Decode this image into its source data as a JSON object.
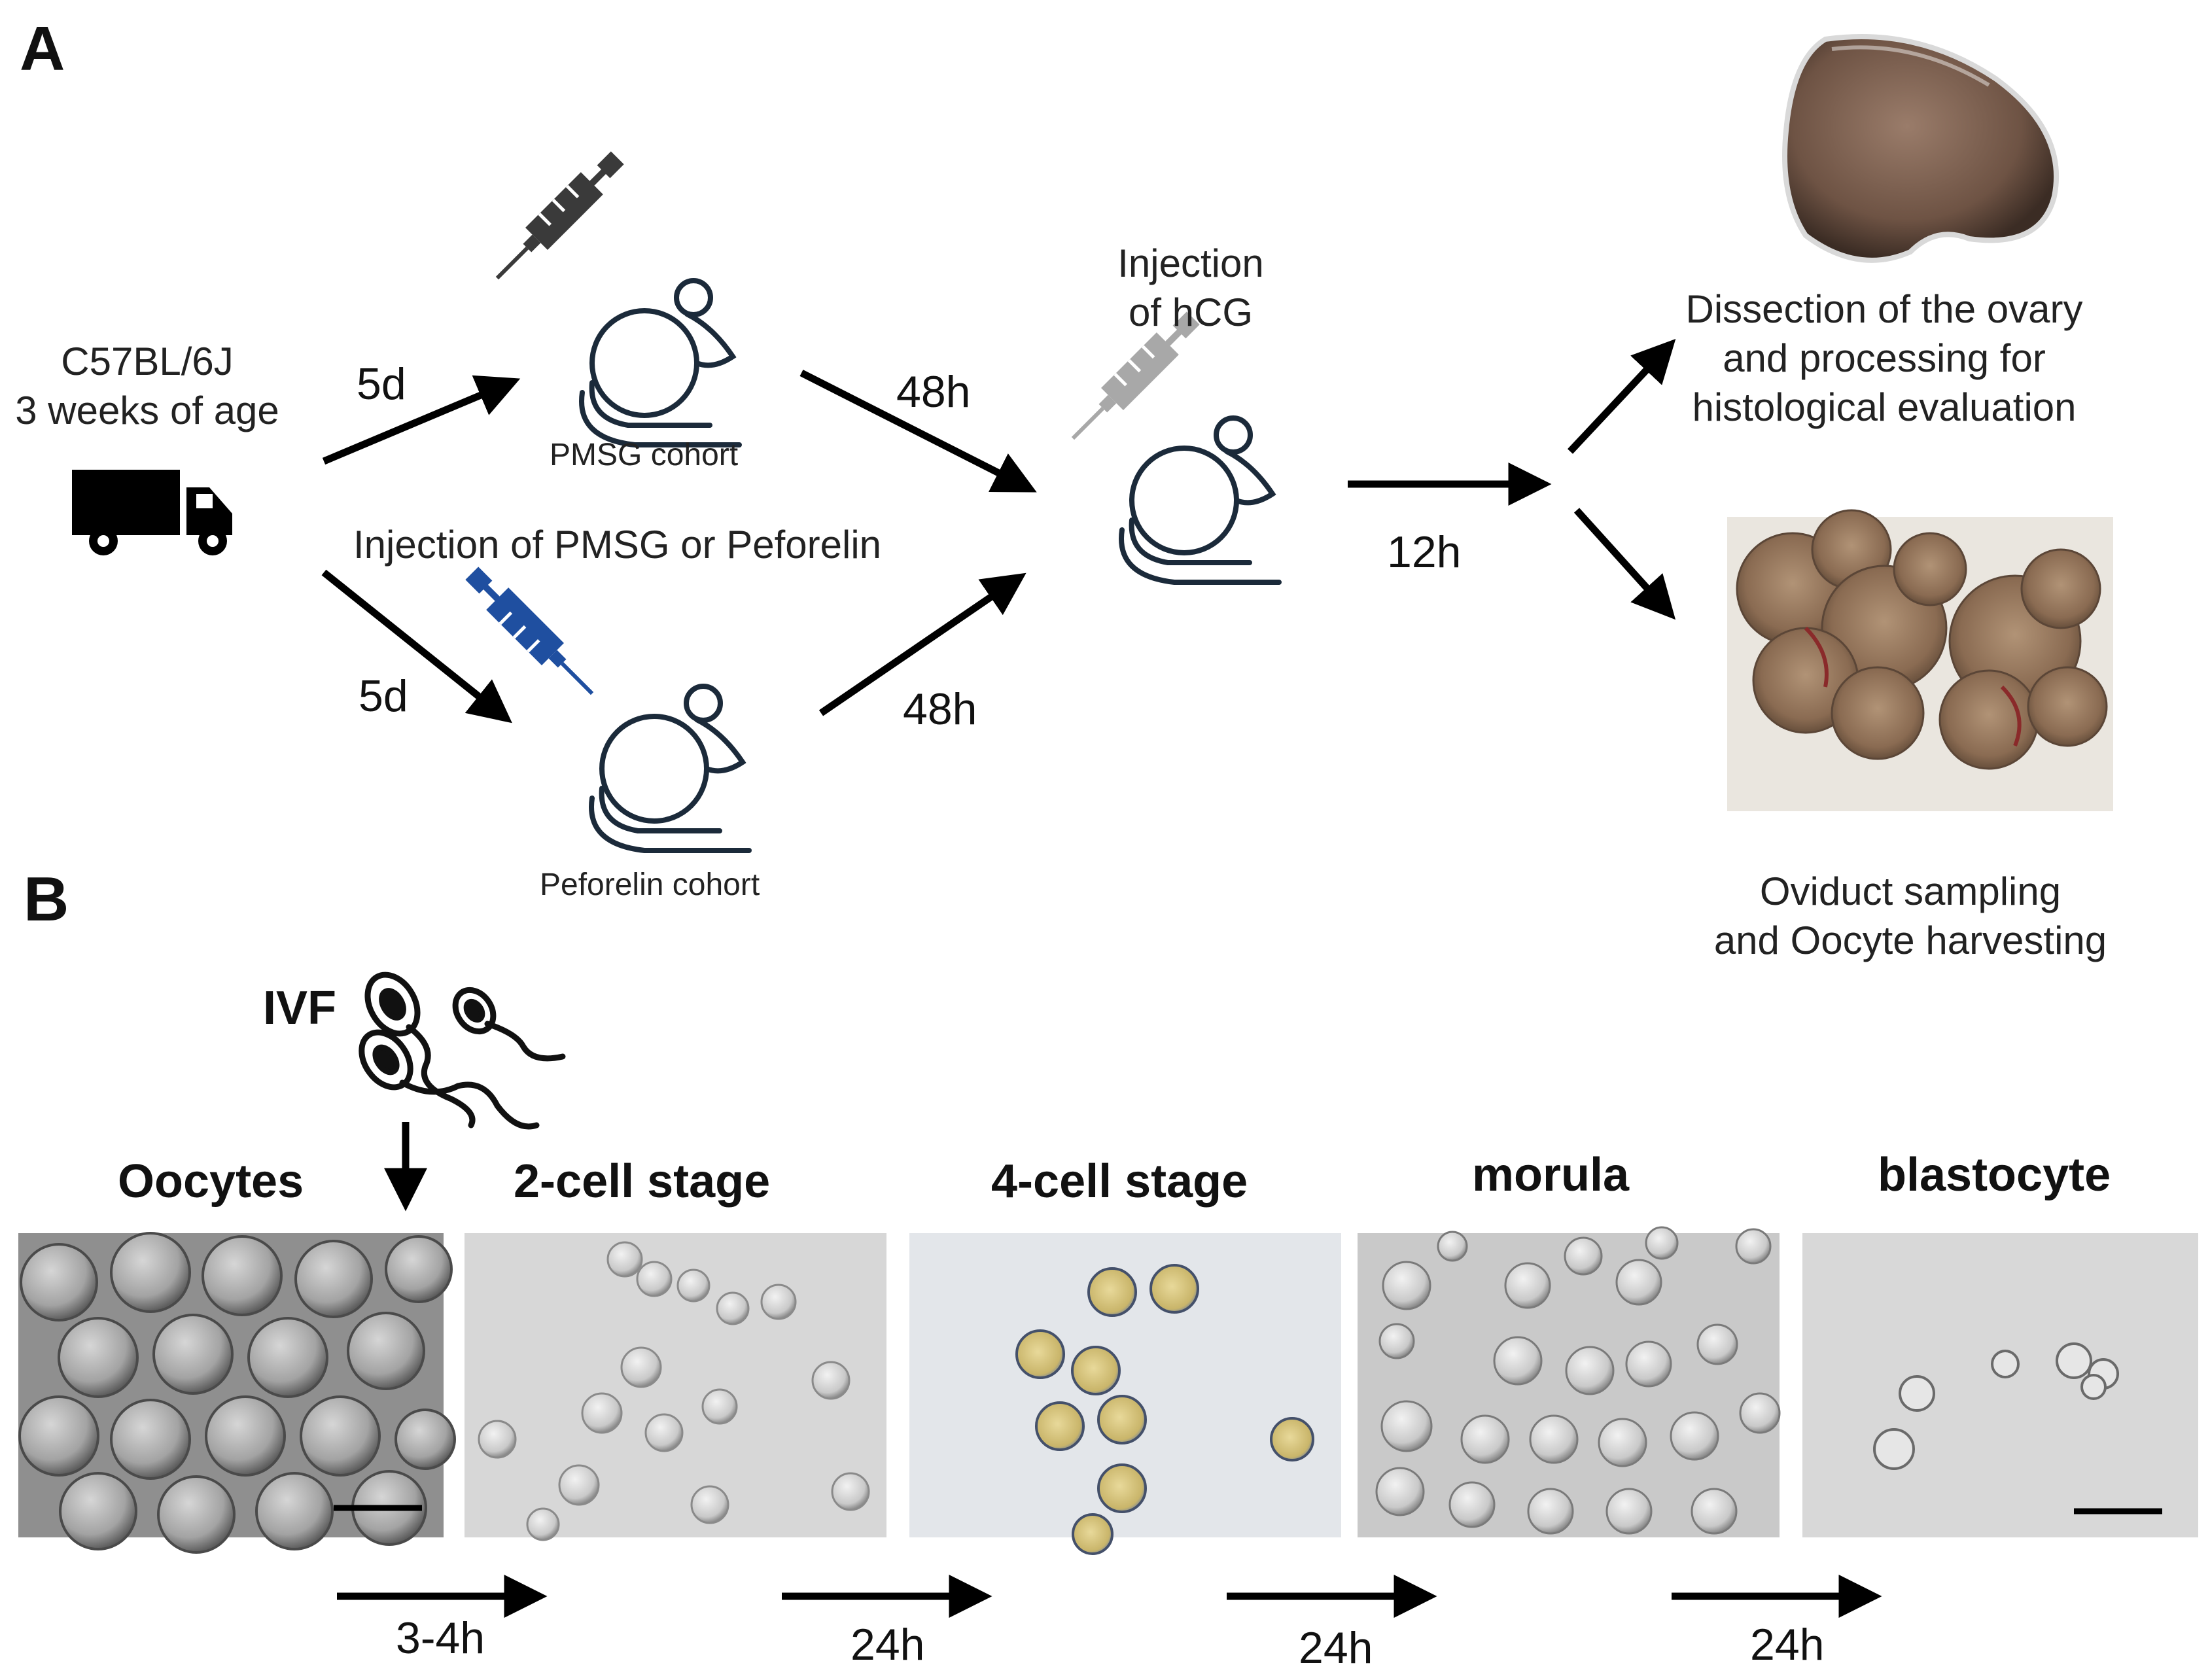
{
  "panels": {
    "a_label": "A",
    "b_label": "B"
  },
  "panel_a": {
    "strain_line1": "C57BL/6J",
    "strain_line2": "3 weeks of age",
    "truck_icon": "delivery-truck-icon",
    "arrow_top_label": "5d",
    "arrow_bottom_label": "5d",
    "pmsg_cohort_label": "PMSG cohort",
    "peforelin_cohort_label": "Peforelin cohort",
    "injection_label": "Injection of PMSG or Peforelin",
    "arrow_48h_top": "48h",
    "arrow_48h_bottom": "48h",
    "hcg_line1": "Injection",
    "hcg_line2": "of hCG",
    "arrow_12h": "12h",
    "ovary_line1": "Dissection of the ovary",
    "ovary_line2": "and processing for",
    "ovary_line3": "histological evaluation",
    "oviduct_line1": "Oviduct sampling",
    "oviduct_line2": "and Oocyte harvesting",
    "colors": {
      "pmsg_syringe": "#3a3a3a",
      "peforelin_syringe": "#1f4fa0",
      "hcg_syringe": "#a8a8a8",
      "mouse_outline": "#1b2a3a"
    }
  },
  "panel_b": {
    "ivf_label": "IVF",
    "stages": [
      "Oocytes",
      "2-cell stage",
      "4-cell stage",
      "morula",
      "blastocyte"
    ],
    "intervals": [
      "3-4h",
      "24h",
      "24h",
      "24h"
    ]
  }
}
